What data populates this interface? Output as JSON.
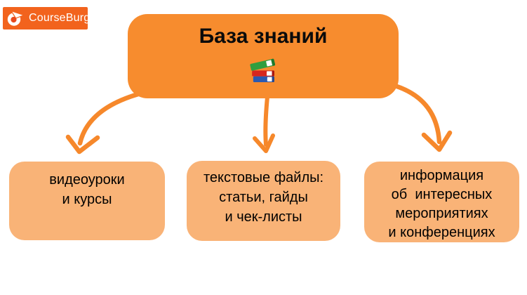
{
  "logo": {
    "text": "CourseBurg"
  },
  "root": {
    "title": "База знаний",
    "icon": "books-stack"
  },
  "children": [
    {
      "text": "видеоуроки\nи курсы"
    },
    {
      "text": "текстовые файлы:\nстатьи, гайды\nи чек-листы"
    },
    {
      "text": "информация\nоб  интересных\nмероприятиях\nи конференциях"
    }
  ],
  "colors": {
    "root_bg": "#F78C2E",
    "child_bg": "#F9B377",
    "arrow": "#F6882B",
    "logo_bg": "#F2631D",
    "logo_text": "#FFFFFF",
    "text": "#000000"
  }
}
